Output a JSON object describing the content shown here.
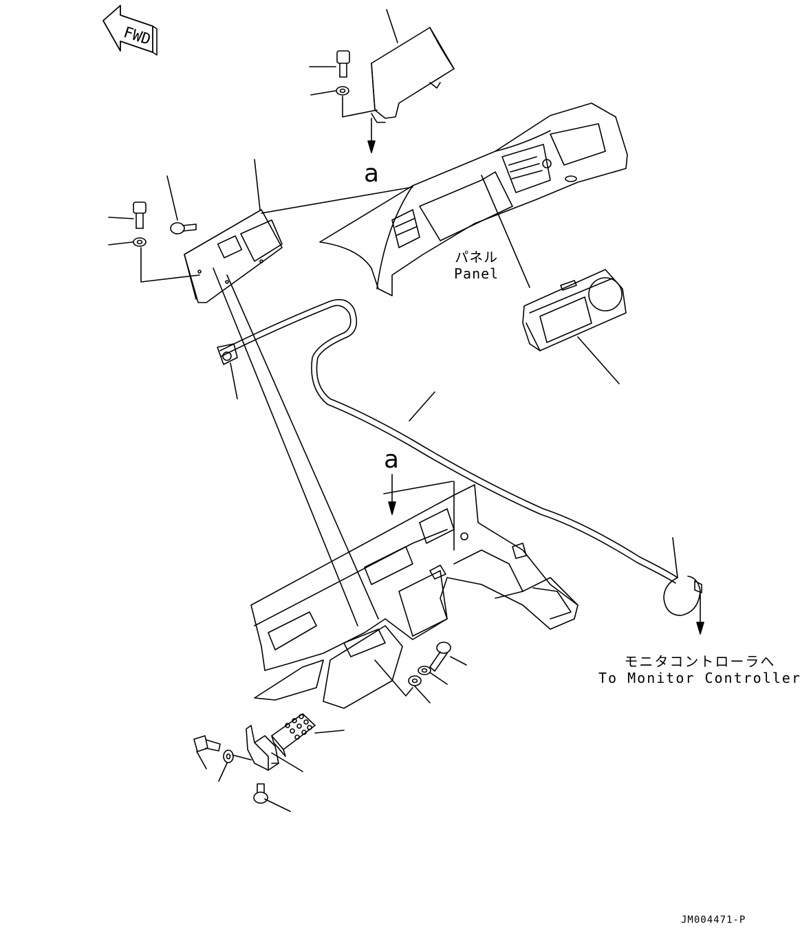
{
  "fwd_label": "FWD",
  "view_callout": "a",
  "panel_label_jp": "パネル",
  "panel_label_en": "Panel",
  "monitor_label_jp": "モニタコントローラへ",
  "monitor_label_en": "To Monitor Controller",
  "drawing_code": "JM004471-P"
}
